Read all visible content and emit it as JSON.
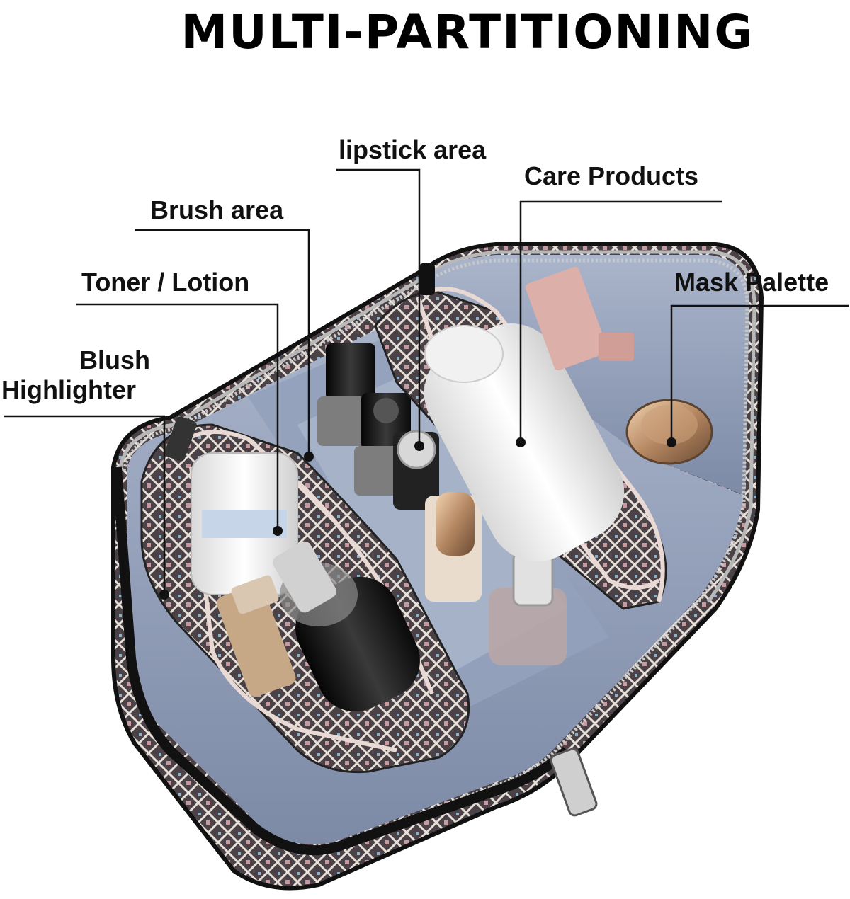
{
  "title": "MULTI-PARTITIONING",
  "labels": {
    "lipstick": "lipstick area",
    "care": "Care Products",
    "brush": "Brush area",
    "toner": "Toner / Lotion",
    "mask": "Mask Palette",
    "blush": "Blush",
    "highlighter": "Highlighter"
  },
  "colors": {
    "lining": "#8e9cb6",
    "lining_dark": "#6f7d98",
    "trim": "#1a1a1a",
    "pattern_pink": "#c79aa0",
    "pattern_dark": "#4a4246",
    "pattern_light": "#e6e0d8"
  }
}
